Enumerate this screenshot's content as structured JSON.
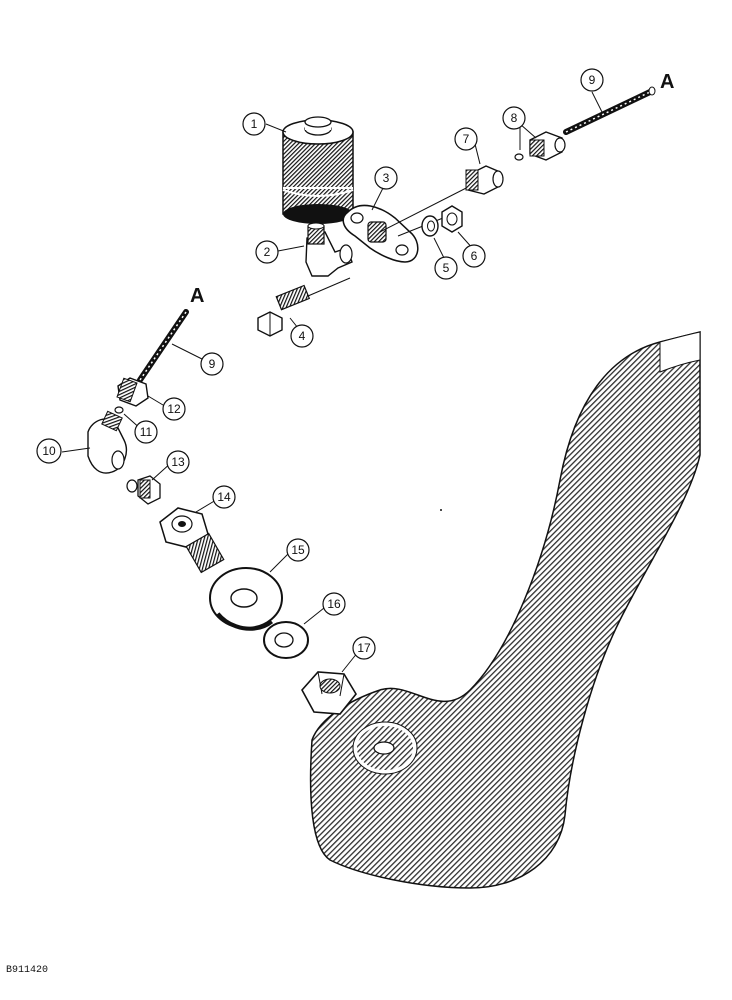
{
  "figure_code": "B911420",
  "connection_label": "A",
  "callouts": [
    "1",
    "2",
    "3",
    "4",
    "5",
    "6",
    "7",
    "8",
    "9",
    "10",
    "11",
    "12",
    "13",
    "14",
    "15",
    "16",
    "17"
  ],
  "colors": {
    "ink": "#111111",
    "hatch": "#3a3a3a",
    "paper": "#ffffff"
  }
}
